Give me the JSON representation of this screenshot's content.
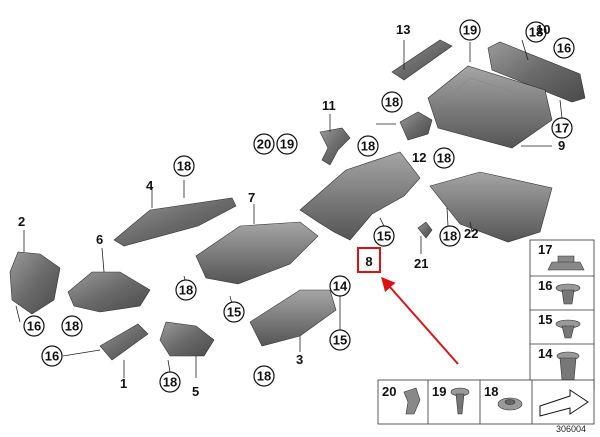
{
  "diagram": {
    "reference": "306004",
    "highlight_color": "#dd1111",
    "circled_callouts": [
      {
        "id": "c18a",
        "text": "18"
      },
      {
        "id": "c19a",
        "text": "19"
      },
      {
        "id": "c16a",
        "text": "16"
      },
      {
        "id": "c18b",
        "text": "18"
      },
      {
        "id": "c17a",
        "text": "17"
      },
      {
        "id": "c20",
        "text": "20"
      },
      {
        "id": "c19b",
        "text": "19"
      },
      {
        "id": "c18c",
        "text": "18"
      },
      {
        "id": "c18d",
        "text": "18"
      },
      {
        "id": "c18e",
        "text": "18"
      },
      {
        "id": "c15a",
        "text": "15"
      },
      {
        "id": "c18f",
        "text": "18"
      },
      {
        "id": "c18g",
        "text": "18"
      },
      {
        "id": "c16b",
        "text": "16"
      },
      {
        "id": "c18h",
        "text": "18"
      },
      {
        "id": "c15b",
        "text": "15"
      },
      {
        "id": "c14",
        "text": "14"
      },
      {
        "id": "c15c",
        "text": "15"
      },
      {
        "id": "c16c",
        "text": "16"
      },
      {
        "id": "c18i",
        "text": "18"
      },
      {
        "id": "c18j",
        "text": "18"
      }
    ],
    "plain_labels": [
      {
        "id": "p13",
        "text": "13"
      },
      {
        "id": "p10",
        "text": "10"
      },
      {
        "id": "p11",
        "text": "11"
      },
      {
        "id": "p9",
        "text": "9"
      },
      {
        "id": "p12",
        "text": "12"
      },
      {
        "id": "p4",
        "text": "4"
      },
      {
        "id": "p7",
        "text": "7"
      },
      {
        "id": "p2",
        "text": "2"
      },
      {
        "id": "p6",
        "text": "6"
      },
      {
        "id": "p22",
        "text": "22"
      },
      {
        "id": "p21",
        "text": "21"
      },
      {
        "id": "p3",
        "text": "3"
      },
      {
        "id": "p1",
        "text": "1"
      },
      {
        "id": "p5",
        "text": "5"
      }
    ],
    "boxed_label": {
      "text": "8"
    },
    "legend_side": [
      {
        "id": "l17",
        "text": "17"
      },
      {
        "id": "l16",
        "text": "16"
      },
      {
        "id": "l15",
        "text": "15"
      },
      {
        "id": "l14",
        "text": "14"
      }
    ],
    "legend_bottom": [
      {
        "id": "b20",
        "text": "20"
      },
      {
        "id": "b19",
        "text": "19"
      },
      {
        "id": "b18",
        "text": "18"
      }
    ]
  }
}
